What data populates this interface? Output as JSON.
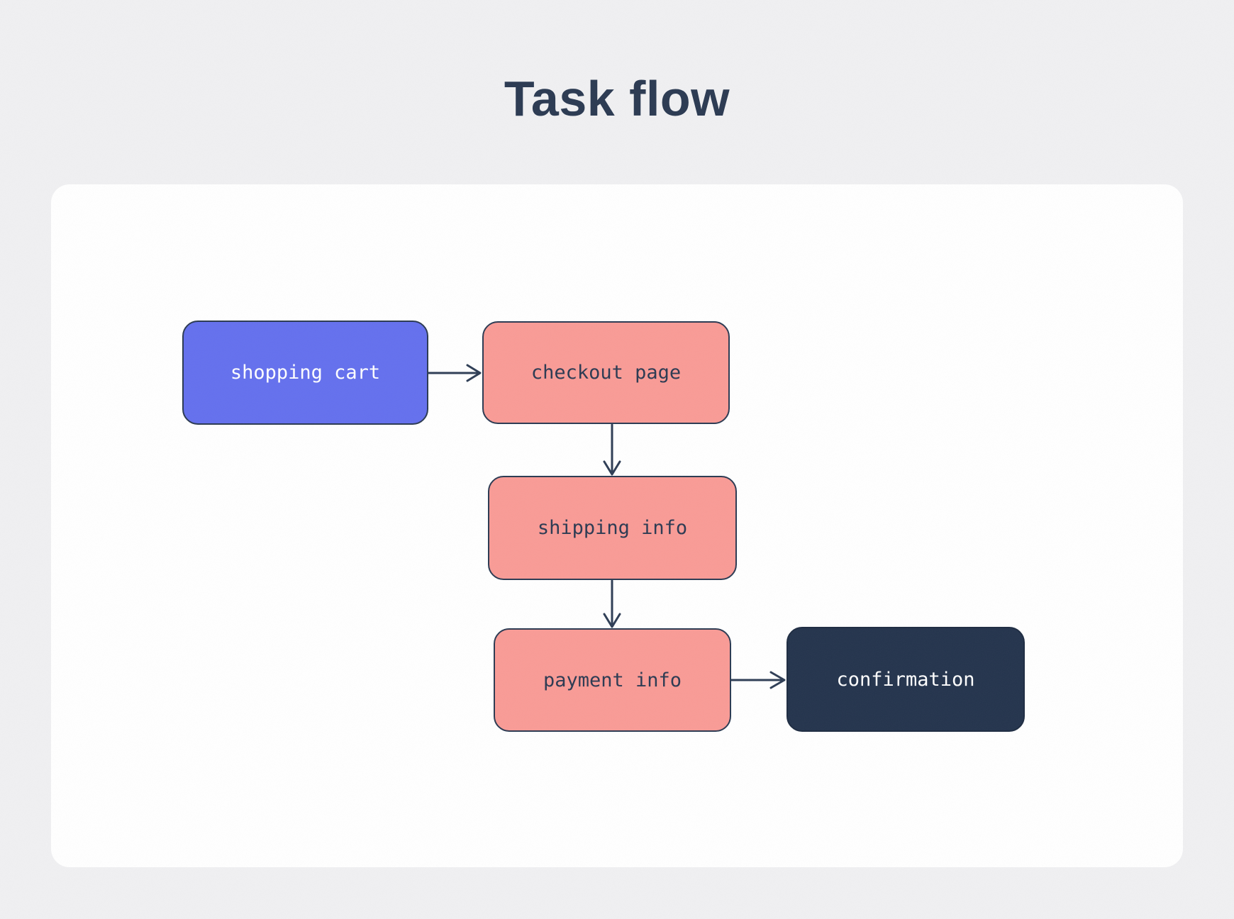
{
  "page": {
    "title": "Task flow",
    "colors": {
      "background": "#f0f0f2",
      "card": "#ffffff",
      "title_text": "#2b3a52",
      "edge_stroke": "#2e3d55",
      "node_border": "#2b3a52",
      "node_blue_fill": "#6470ee",
      "node_salmon_fill": "#f99b96",
      "node_navy_fill": "#24344d",
      "text_on_dark": "#ffffff",
      "text_on_salmon": "#2c3a52"
    }
  },
  "diagram": {
    "nodes": [
      {
        "id": "shopping-cart",
        "label": "shopping cart",
        "fill": "#6470ee",
        "text_color": "#ffffff"
      },
      {
        "id": "checkout-page",
        "label": "checkout page",
        "fill": "#f99b96",
        "text_color": "#2c3a52"
      },
      {
        "id": "shipping-info",
        "label": "shipping info",
        "fill": "#f99b96",
        "text_color": "#2c3a52"
      },
      {
        "id": "payment-info",
        "label": "payment info",
        "fill": "#f99b96",
        "text_color": "#2c3a52"
      },
      {
        "id": "confirmation",
        "label": "confirmation",
        "fill": "#24344d",
        "text_color": "#ffffff"
      }
    ],
    "edges": [
      {
        "from": "shopping cart",
        "to": "checkout page",
        "direction": "right"
      },
      {
        "from": "checkout page",
        "to": "shipping info",
        "direction": "down"
      },
      {
        "from": "shipping info",
        "to": "payment info",
        "direction": "down"
      },
      {
        "from": "payment info",
        "to": "confirmation",
        "direction": "right"
      }
    ]
  }
}
